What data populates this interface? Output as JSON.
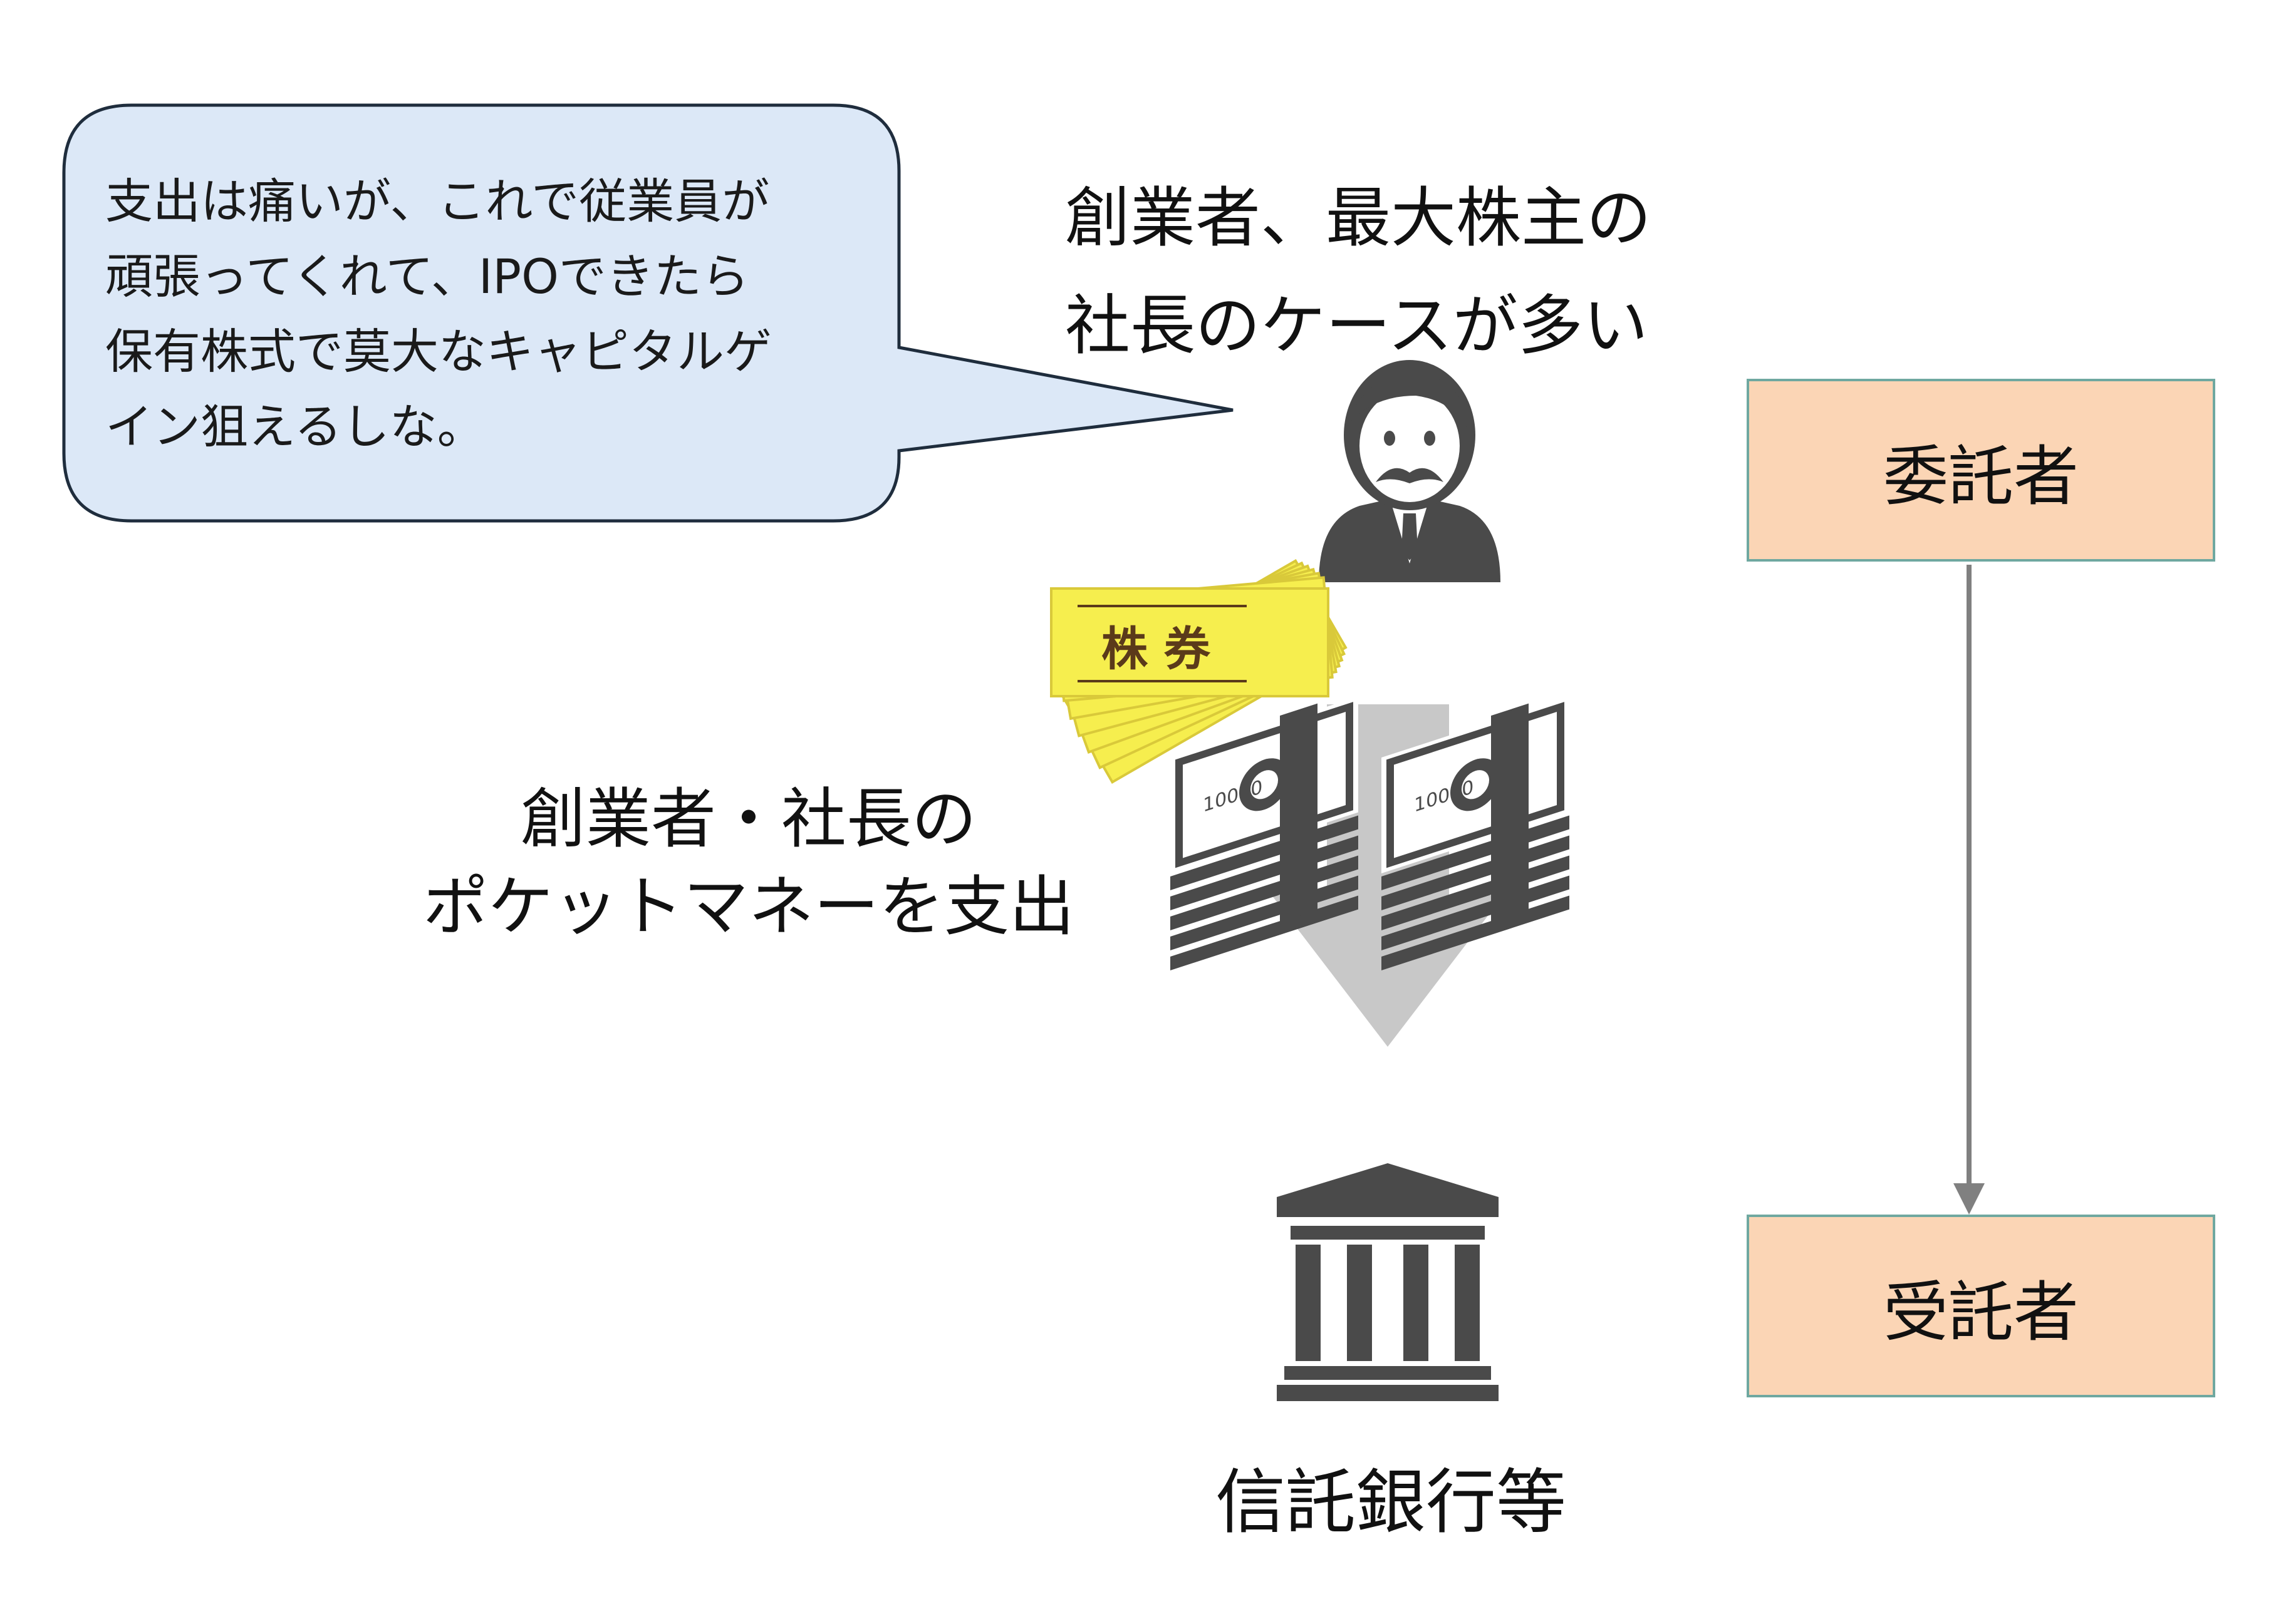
{
  "speech_bubble": {
    "lines": [
      "支出は痛いが、これで従業員が",
      "頑張ってくれて、IPOできたら",
      "保有株式で莫大なキャピタルゲ",
      "イン狙えるしな。"
    ]
  },
  "founder_caption": {
    "lines": [
      "創業者、最大株主の",
      "社長のケースが多い"
    ]
  },
  "share_certificate_label": "株 券",
  "banknote_label": "10000",
  "payout_caption": {
    "lines": [
      "創業者・社長の",
      "ポケットマネーを支出"
    ]
  },
  "bank_caption": "信託銀行等",
  "roles": {
    "settlor": "委託者",
    "trustee": "受託者"
  },
  "colors": {
    "bubble_fill": "#dce8f7",
    "bubble_stroke": "#1f2d3d",
    "icon_dark": "#4a4a4a",
    "certificate_fill": "#f6ee4e",
    "certificate_text": "#5b3a1a",
    "flow_arrow": "#c8c8c8",
    "role_fill": "#fbd5b5",
    "role_border": "#6fa8a0",
    "connector": "#808080"
  },
  "icons": [
    "founder-icon",
    "share-certificate-icon",
    "banknote-stack-icon",
    "bank-building-icon",
    "down-arrow-icon"
  ]
}
